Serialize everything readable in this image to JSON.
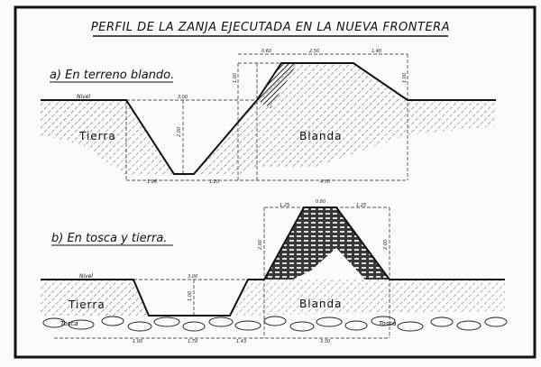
{
  "title": "PERFIL DE LA ZANJA EJECUTADA EN LA NUEVA FRONTERA",
  "section_a": {
    "heading": "a) En terreno blando.",
    "nivel": "Nivel",
    "soil_left": "Tierra",
    "soil_embankment": "Blanda",
    "dims": {
      "top_width": "3.00",
      "depth": "2.00",
      "bottom_left": "1.96",
      "bottom_right": "1.20",
      "crest_left": "0.60",
      "crest": "2.50",
      "crest_right": "1.40",
      "height": "1.00",
      "height_right": "1.00",
      "base": "4.50"
    }
  },
  "section_b": {
    "heading": "b) En tosca y tierra.",
    "nivel": "Nivel",
    "soil_left": "Tierra",
    "soil_embankment": "Blanda",
    "rock_left": "Tosca",
    "rock_right": "Tosca",
    "dims": {
      "crest": "0.80",
      "crest_left": "1.25",
      "crest_right": "1.25",
      "height_left": "2.00",
      "height_right": "2.00",
      "top_width": "3.00",
      "depth": "1.00",
      "bottom_a": "1.00",
      "bottom_b": "1.70",
      "bottom_c": "1.43",
      "bottom_d": "3.30"
    }
  }
}
